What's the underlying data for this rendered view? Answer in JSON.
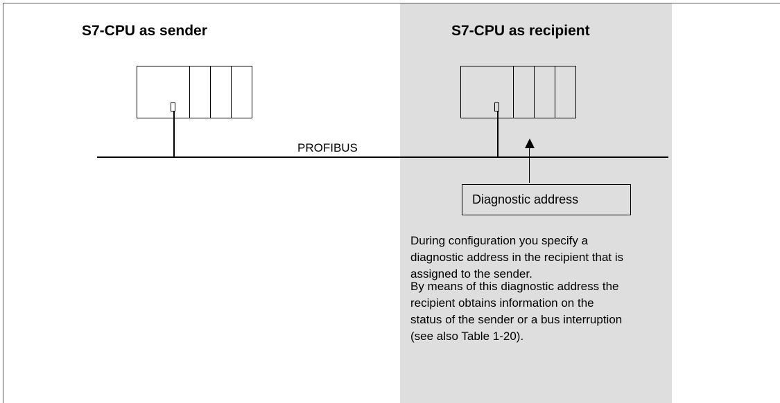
{
  "sender": {
    "title": "S7-CPU as sender"
  },
  "recipient": {
    "title": "S7-CPU as recipient"
  },
  "bus": {
    "label": "PROFIBUS"
  },
  "diagnostic_box": {
    "label": "Diagnostic address"
  },
  "description": {
    "lines_1": [
      "During configuration you specify a",
      "diagnostic address in the recipient that is",
      "assigned to the sender."
    ],
    "lines_2": [
      "By means of this diagnostic address the",
      "recipient obtains information on the",
      "status of the sender or a bus interruption",
      "(see also Table 1-20)."
    ]
  },
  "colors": {
    "recipient_shade": "#dedede",
    "line": "#000000"
  }
}
